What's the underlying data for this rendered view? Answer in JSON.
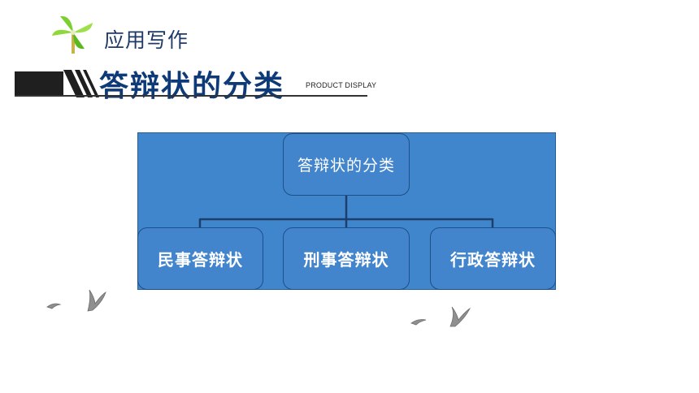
{
  "header": {
    "subtitle": "应用写作",
    "title": "答辩状的分类",
    "tag": "PRODUCT DISPLAY"
  },
  "diagram": {
    "root": "答辩状的分类",
    "children": [
      "民事答辩状",
      "刑事答辩状",
      "行政答辩状"
    ]
  },
  "colors": {
    "panel": "#3f86cd",
    "node": "#4285cc",
    "title": "#0e3a78",
    "connector": "#1e3f6b"
  },
  "icons": [
    "pinwheel-logo-icon",
    "seagull-icon"
  ]
}
